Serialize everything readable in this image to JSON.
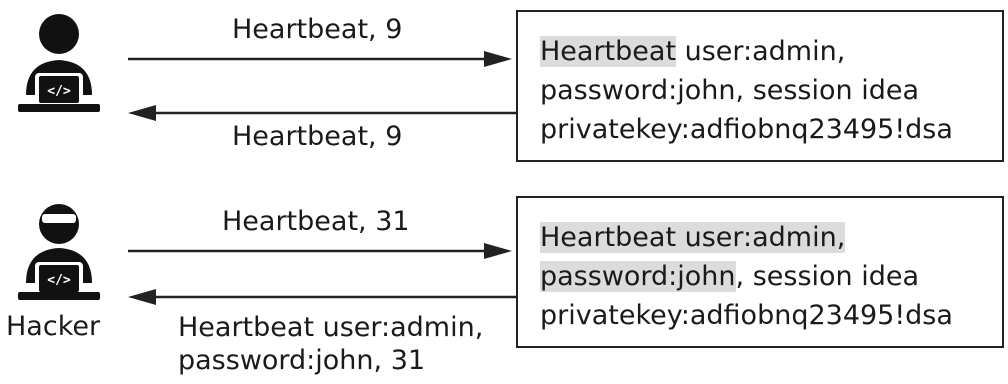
{
  "normal": {
    "request": "Heartbeat, 9",
    "response": "Heartbeat, 9",
    "memory": {
      "line1_hl": "Heartbeat",
      "line1_rest": " user:admin,",
      "line2": "password:john, session idea",
      "line3": "privatekey:adfiobnq23495!dsa"
    }
  },
  "attack": {
    "actor_label": "Hacker",
    "request": "Heartbeat, 31",
    "response_line1": "Heartbeat user:admin,",
    "response_line2": "password:john, 31",
    "memory": {
      "line1_hl": "Heartbeat user:admin,",
      "line2_hl": "password:john",
      "line2_rest": ", session idea",
      "line3": "privatekey:adfiobnq23495!dsa"
    }
  },
  "colors": {
    "line": "#222222",
    "highlight": "#dcdcdc",
    "figure": "#111111"
  },
  "icons": [
    "developer-user-icon",
    "hacker-user-icon"
  ]
}
